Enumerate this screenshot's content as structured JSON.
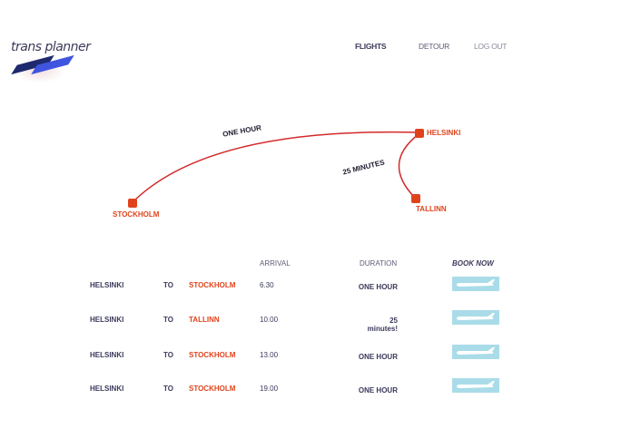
{
  "app": {
    "title": "trans planner"
  },
  "nav": {
    "items": [
      {
        "label": "FLIGHTS",
        "active": true
      },
      {
        "label": "DETOUR",
        "active": false
      },
      {
        "label": "LOG OUT",
        "active": false
      }
    ]
  },
  "map": {
    "cities": {
      "helsinki": "HELSINKI",
      "stockholm": "STOCKHOLM",
      "tallinn": "TALLINN"
    },
    "routes": {
      "stockholm": "ONE HOUR",
      "tallinn": "25 MINUTES"
    }
  },
  "table": {
    "headers": {
      "arrival": "ARRIVAL",
      "duration": "DURATION",
      "book": "BOOK NOW"
    },
    "rows": [
      {
        "from": "HELSINKI",
        "to": "TO",
        "dest": "STOCKHOLM",
        "arrival": "6.30",
        "duration": "ONE HOUR"
      },
      {
        "from": "HELSINKI",
        "to": "TO",
        "dest": "TALLINN",
        "arrival": "10.00",
        "duration": "25 minutes!"
      },
      {
        "from": "HELSINKI",
        "to": "TO",
        "dest": "STOCKHOLM",
        "arrival": "13.00",
        "duration": "ONE HOUR"
      },
      {
        "from": "HELSINKI",
        "to": "TO",
        "dest": "STOCKHOLM",
        "arrival": "19.00",
        "duration": "ONE HOUR"
      }
    ]
  },
  "colors": {
    "accent": "#e0431c",
    "text": "#3b3a5c",
    "book_bg": "#a9dce8"
  }
}
